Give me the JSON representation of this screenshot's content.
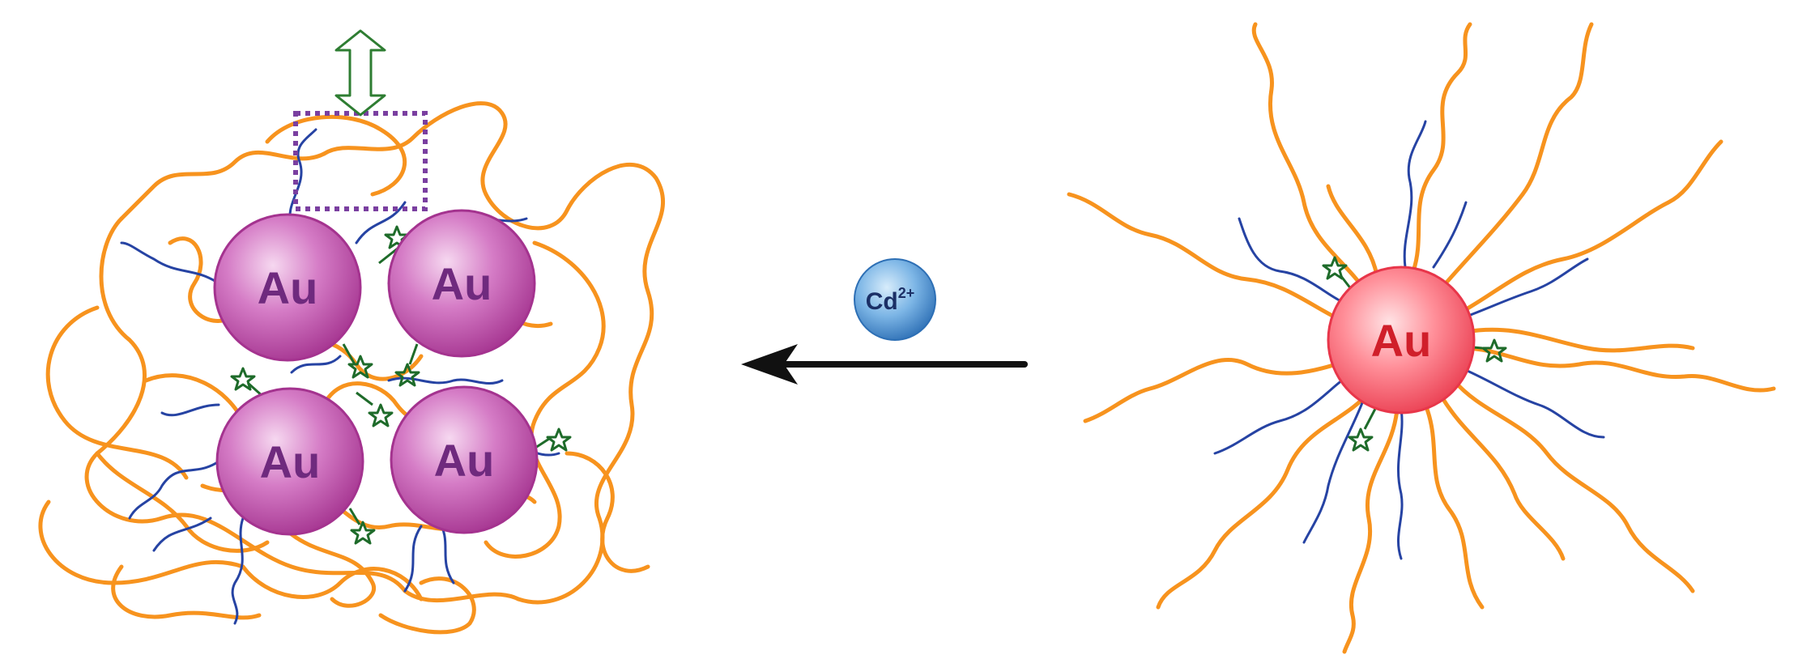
{
  "labels": {
    "cluster_particles": [
      "Au",
      "Au",
      "Au",
      "Au"
    ],
    "single_particle": "Au",
    "ion": "Cd",
    "ion_charge": "2+"
  },
  "colors": {
    "polymer_chain": "#f7931e",
    "ligand_chain": "#2643a3",
    "linker_star": "#1e6b2a",
    "aggregated_gold": "#b0419f",
    "aggregated_gold_label": "#6f2a7e",
    "dispersed_gold": "#f0455a",
    "dispersed_gold_label": "#d01f2a",
    "cadmium_ion": "#3d86c8",
    "cadmium_label": "#1b2f66",
    "reaction_arrow": "#111111",
    "zoom_box": "#7a3fa0",
    "zoom_arrow": "#2e7d32"
  }
}
